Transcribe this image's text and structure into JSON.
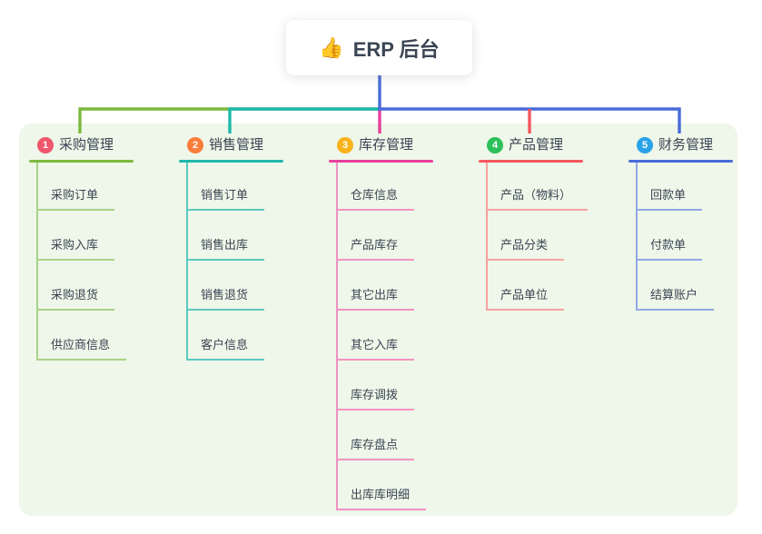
{
  "root": {
    "icon": "👍",
    "label": "ERP 后台"
  },
  "colors": {
    "page_bg": "#ffffff",
    "panel_bg": "#eef7e9",
    "text": "#3b4554",
    "root_connector": "#4a6bd8"
  },
  "branches": [
    {
      "num": "1",
      "label": "采购管理",
      "badge_color": "#f0566c",
      "line_color": "#7cb93e",
      "child_line_color": "#a9d287",
      "children": [
        "采购订单",
        "采购入库",
        "采购退货",
        "供应商信息"
      ]
    },
    {
      "num": "2",
      "label": "销售管理",
      "badge_color": "#fb7d3b",
      "line_color": "#1eb9ab",
      "child_line_color": "#5cc8be",
      "children": [
        "销售订单",
        "销售出库",
        "销售退货",
        "客户信息"
      ]
    },
    {
      "num": "3",
      "label": "库存管理",
      "badge_color": "#f9b31b",
      "line_color": "#e8409c",
      "child_line_color": "#f292c4",
      "children": [
        "仓库信息",
        "产品库存",
        "其它出库",
        "其它入库",
        "库存调拨",
        "库存盘点",
        "出库库明细"
      ]
    },
    {
      "num": "4",
      "label": "产品管理",
      "badge_color": "#2cc05b",
      "line_color": "#f4585f",
      "child_line_color": "#f9a1a1",
      "children": [
        "产品（物料）",
        "产品分类",
        "产品单位"
      ]
    },
    {
      "num": "5",
      "label": "财务管理",
      "badge_color": "#2aa3e8",
      "line_color": "#4a6bd8",
      "child_line_color": "#92a8e8",
      "children": [
        "回款单",
        "付款单",
        "结算账户"
      ]
    }
  ]
}
